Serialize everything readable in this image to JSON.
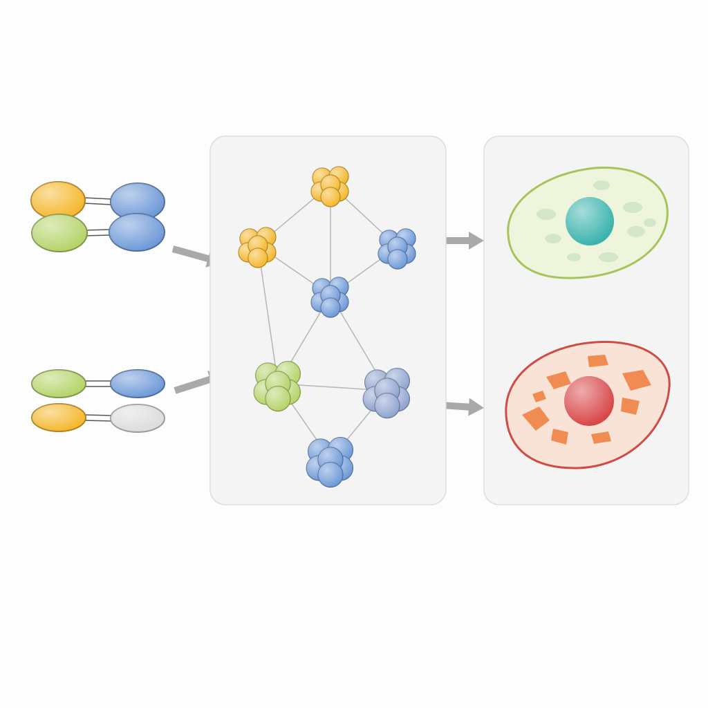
{
  "colors": {
    "yellow": "#f5b82e",
    "green": "#b5d46a",
    "blue": "#6f9ad8",
    "bluegray": "#8fa4cf",
    "gray": "#dcdcdc",
    "arrow": "#a9a9a9",
    "panel": "#f4f4f4",
    "panel_border": "#dddddd",
    "plant_cell": "#eef5dc",
    "plant_nucleus": "#3bb3ad",
    "animal_cell": "#f8e3d6",
    "animal_nucleus": "#d8484a"
  },
  "input_pairs": [
    {
      "left": "yellow",
      "right": "blue"
    },
    {
      "left": "green",
      "right": "blue"
    },
    {
      "left": "green",
      "right": "blue"
    },
    {
      "left": "yellow",
      "right": "gray"
    }
  ],
  "network_nodes": [
    {
      "id": "n1",
      "color": "yellow"
    },
    {
      "id": "n2",
      "color": "yellow"
    },
    {
      "id": "n3",
      "color": "blue"
    },
    {
      "id": "n4",
      "color": "blue"
    },
    {
      "id": "n5",
      "color": "green"
    },
    {
      "id": "n6",
      "color": "bluegray"
    },
    {
      "id": "n7",
      "color": "blue"
    }
  ],
  "network_edges": [
    [
      "n1",
      "n2"
    ],
    [
      "n1",
      "n3"
    ],
    [
      "n1",
      "n4"
    ],
    [
      "n2",
      "n4"
    ],
    [
      "n3",
      "n4"
    ],
    [
      "n2",
      "n5"
    ],
    [
      "n4",
      "n5"
    ],
    [
      "n4",
      "n6"
    ],
    [
      "n5",
      "n6"
    ],
    [
      "n5",
      "n7"
    ],
    [
      "n6",
      "n7"
    ]
  ],
  "outputs": [
    {
      "id": "plant-like-cell",
      "color": "green"
    },
    {
      "id": "animal-like-cell",
      "color": "red"
    }
  ]
}
